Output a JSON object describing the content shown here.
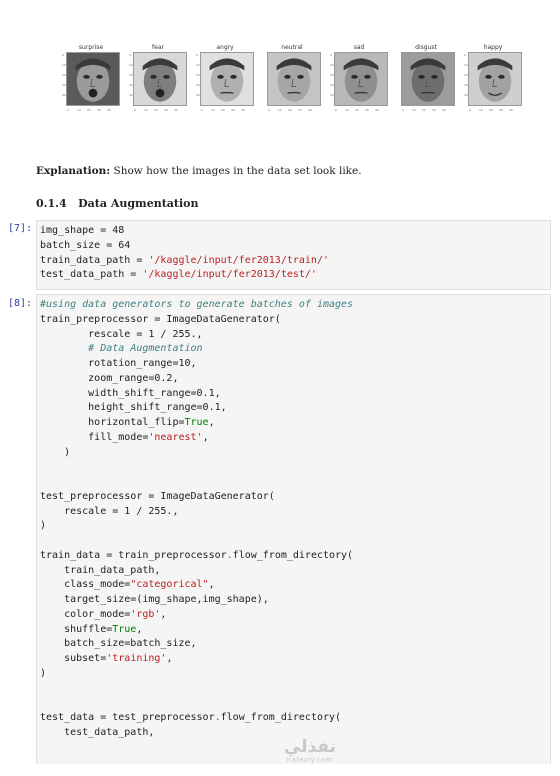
{
  "figure": {
    "panels": [
      {
        "title": "surprise"
      },
      {
        "title": "fear"
      },
      {
        "title": "angry"
      },
      {
        "title": "neutral"
      },
      {
        "title": "sad"
      },
      {
        "title": "disgust"
      },
      {
        "title": "happy"
      }
    ],
    "y_ticks": [
      "0",
      "10",
      "20",
      "30",
      "40"
    ],
    "x_ticks": [
      "0",
      "10",
      "20",
      "30",
      "40"
    ]
  },
  "explanation": {
    "label": "Explanation:",
    "text": " Show how the images in the data set look like."
  },
  "section": {
    "number": "0.1.4",
    "title": "Data Augmentation"
  },
  "cells": [
    {
      "prompt": "[7]:",
      "lines": [
        [
          {
            "t": "img_shape = 48",
            "c": ""
          }
        ],
        [
          {
            "t": "batch_size = 64",
            "c": ""
          }
        ],
        [
          {
            "t": "train_data_path = ",
            "c": ""
          },
          {
            "t": "'/kaggle/input/fer2013/train/'",
            "c": "str"
          }
        ],
        [
          {
            "t": "test_data_path = ",
            "c": ""
          },
          {
            "t": "'/kaggle/input/fer2013/test/'",
            "c": "str"
          }
        ]
      ]
    },
    {
      "prompt": "[8]:",
      "lines": [
        [
          {
            "t": "#using data generators to generate batches of images",
            "c": "comment"
          }
        ],
        [
          {
            "t": "train_preprocessor = ImageDataGenerator(",
            "c": ""
          }
        ],
        [
          {
            "t": "        rescale = 1 / 255.,",
            "c": ""
          }
        ],
        [
          {
            "t": "        ",
            "c": ""
          },
          {
            "t": "# Data Augmentation",
            "c": "comment"
          }
        ],
        [
          {
            "t": "        rotation_range=10,",
            "c": ""
          }
        ],
        [
          {
            "t": "        zoom_range=0.2,",
            "c": ""
          }
        ],
        [
          {
            "t": "        width_shift_range=0.1,",
            "c": ""
          }
        ],
        [
          {
            "t": "        height_shift_range=0.1,",
            "c": ""
          }
        ],
        [
          {
            "t": "        horizontal_flip=",
            "c": ""
          },
          {
            "t": "True",
            "c": "kw"
          },
          {
            "t": ",",
            "c": ""
          }
        ],
        [
          {
            "t": "        fill_mode=",
            "c": ""
          },
          {
            "t": "'nearest'",
            "c": "str"
          },
          {
            "t": ",",
            "c": ""
          }
        ],
        [
          {
            "t": "    )",
            "c": ""
          }
        ],
        [
          {
            "t": "",
            "c": ""
          }
        ],
        [
          {
            "t": "",
            "c": ""
          }
        ],
        [
          {
            "t": "test_preprocessor = ImageDataGenerator(",
            "c": ""
          }
        ],
        [
          {
            "t": "    rescale = 1 / 255.,",
            "c": ""
          }
        ],
        [
          {
            "t": ")",
            "c": ""
          }
        ],
        [
          {
            "t": "",
            "c": ""
          }
        ],
        [
          {
            "t": "train_data = train_preprocessor",
            "c": ""
          },
          {
            "t": ".",
            "c": "op"
          },
          {
            "t": "flow_from_directory(",
            "c": ""
          }
        ],
        [
          {
            "t": "    train_data_path,",
            "c": ""
          }
        ],
        [
          {
            "t": "    class_mode=",
            "c": ""
          },
          {
            "t": "\"categorical\"",
            "c": "str"
          },
          {
            "t": ",",
            "c": ""
          }
        ],
        [
          {
            "t": "    target_size=(img_shape,img_shape),",
            "c": ""
          }
        ],
        [
          {
            "t": "    color_mode=",
            "c": ""
          },
          {
            "t": "'rgb'",
            "c": "str"
          },
          {
            "t": ",",
            "c": ""
          }
        ],
        [
          {
            "t": "    shuffle=",
            "c": ""
          },
          {
            "t": "True",
            "c": "kw"
          },
          {
            "t": ",",
            "c": ""
          }
        ],
        [
          {
            "t": "    batch_size=batch_size,",
            "c": ""
          }
        ],
        [
          {
            "t": "    subset=",
            "c": ""
          },
          {
            "t": "'training'",
            "c": "str"
          },
          {
            "t": ",",
            "c": ""
          }
        ],
        [
          {
            "t": ")",
            "c": ""
          }
        ],
        [
          {
            "t": "",
            "c": ""
          }
        ],
        [
          {
            "t": "",
            "c": ""
          }
        ],
        [
          {
            "t": "test_data = test_preprocessor",
            "c": ""
          },
          {
            "t": ".",
            "c": "op"
          },
          {
            "t": "flow_from_directory(",
            "c": ""
          }
        ],
        [
          {
            "t": "    test_data_path,",
            "c": ""
          }
        ]
      ]
    }
  ],
  "watermark": {
    "arabic": "نفذلي",
    "latin": "nafezly.com"
  }
}
